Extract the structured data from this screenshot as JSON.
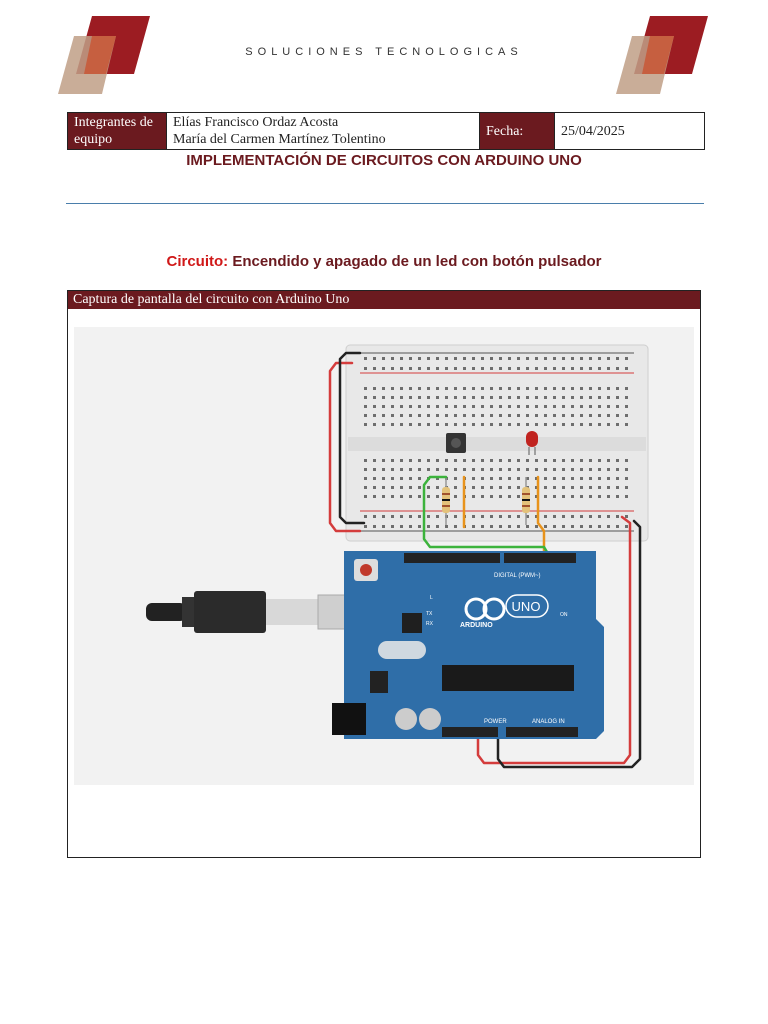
{
  "header": {
    "company": "SOLUCIONES   TECNOLOGICAS"
  },
  "info_table": {
    "label_team": "Integrantes de equipo",
    "members": [
      "Elías Francisco Ordaz Acosta",
      "María del Carmen Martínez Tolentino"
    ],
    "label_date": "Fecha:",
    "date": "25/04/2025"
  },
  "document": {
    "title": "IMPLEMENTACIÓN DE CIRCUITOS CON ARDUINO UNO",
    "subtitle_prefix": "Circuito:",
    "subtitle_text": " Encendido y apagado de un led con botón pulsador"
  },
  "capture": {
    "header": "Captura de pantalla del circuito con Arduino Uno",
    "board_labels": {
      "digital": "DIGITAL (PWM~)",
      "power": "POWER",
      "analog": "ANALOG IN",
      "arduino": "ARDUINO",
      "uno": "UNO",
      "on": "ON",
      "tx": "TX",
      "rx": "RX",
      "l": "L"
    }
  },
  "colors": {
    "brand": "#6b1a1f",
    "accent": "#d01818",
    "rule": "#4a7eab",
    "board": "#2f6ea8"
  }
}
